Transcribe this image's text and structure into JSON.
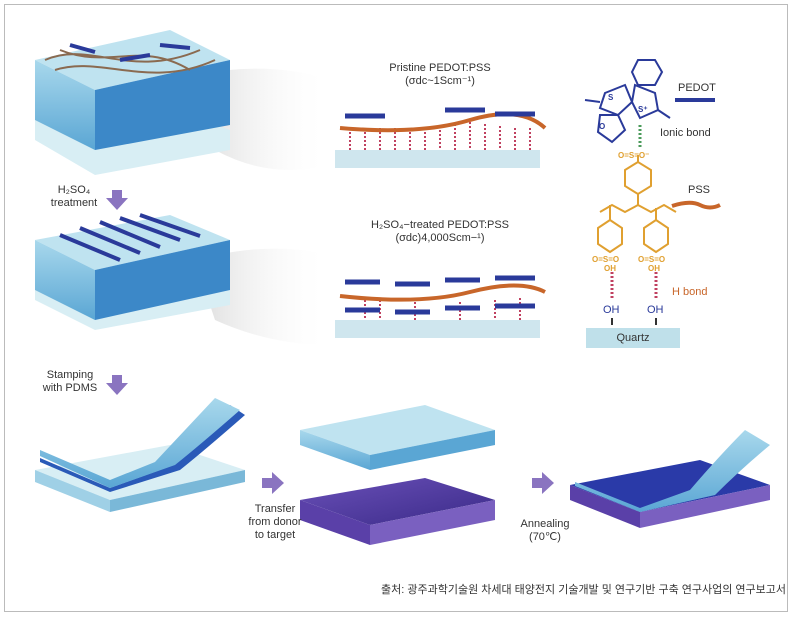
{
  "step1_label": {
    "line1": "H₂SO₄",
    "line2": "treatment"
  },
  "step2_label": {
    "line1": "Stamping",
    "line2": "with PDMS"
  },
  "step3_label": {
    "line1": "Transfer",
    "line2": "from donor",
    "line3": "to target"
  },
  "step4_label": {
    "line1": "Annealing",
    "line2": "(70℃)"
  },
  "pristine": {
    "title": "Pristine PEDOT:PSS",
    "conductivity": "(σdc~1Scm⁻¹)"
  },
  "treated": {
    "title": "H₂SO₄−treated PEDOT:PSS",
    "conductivity": "(σdc)4,000Scm−¹)"
  },
  "structure": {
    "legend_pedot": "PEDOT",
    "legend_ionic": "Ionic bond",
    "legend_pss": "PSS",
    "legend_hbond": "H bond",
    "atom_s": "S",
    "atom_s_plus": "S⁺",
    "atom_o": "O",
    "sulfonate_top": "O=S=O⁻",
    "sulfonate": "O=S=O",
    "oh_acid": "OH",
    "oh_surface": "OH",
    "quartz": "Quartz"
  },
  "source": "출처: 광주과학기술원 차세대 태양전지 기술개발 및 연구기반 구축 연구사업의 연구보고서",
  "colors": {
    "pedot": "#2a3a9a",
    "pss": "#c8662a",
    "pss_struct": "#e0a030",
    "ionic": "#4a9a5a",
    "hbond": "#c04060",
    "quartz": "#bfe0ea",
    "film": "#4a90c8",
    "arrow": "#8a74c0"
  }
}
